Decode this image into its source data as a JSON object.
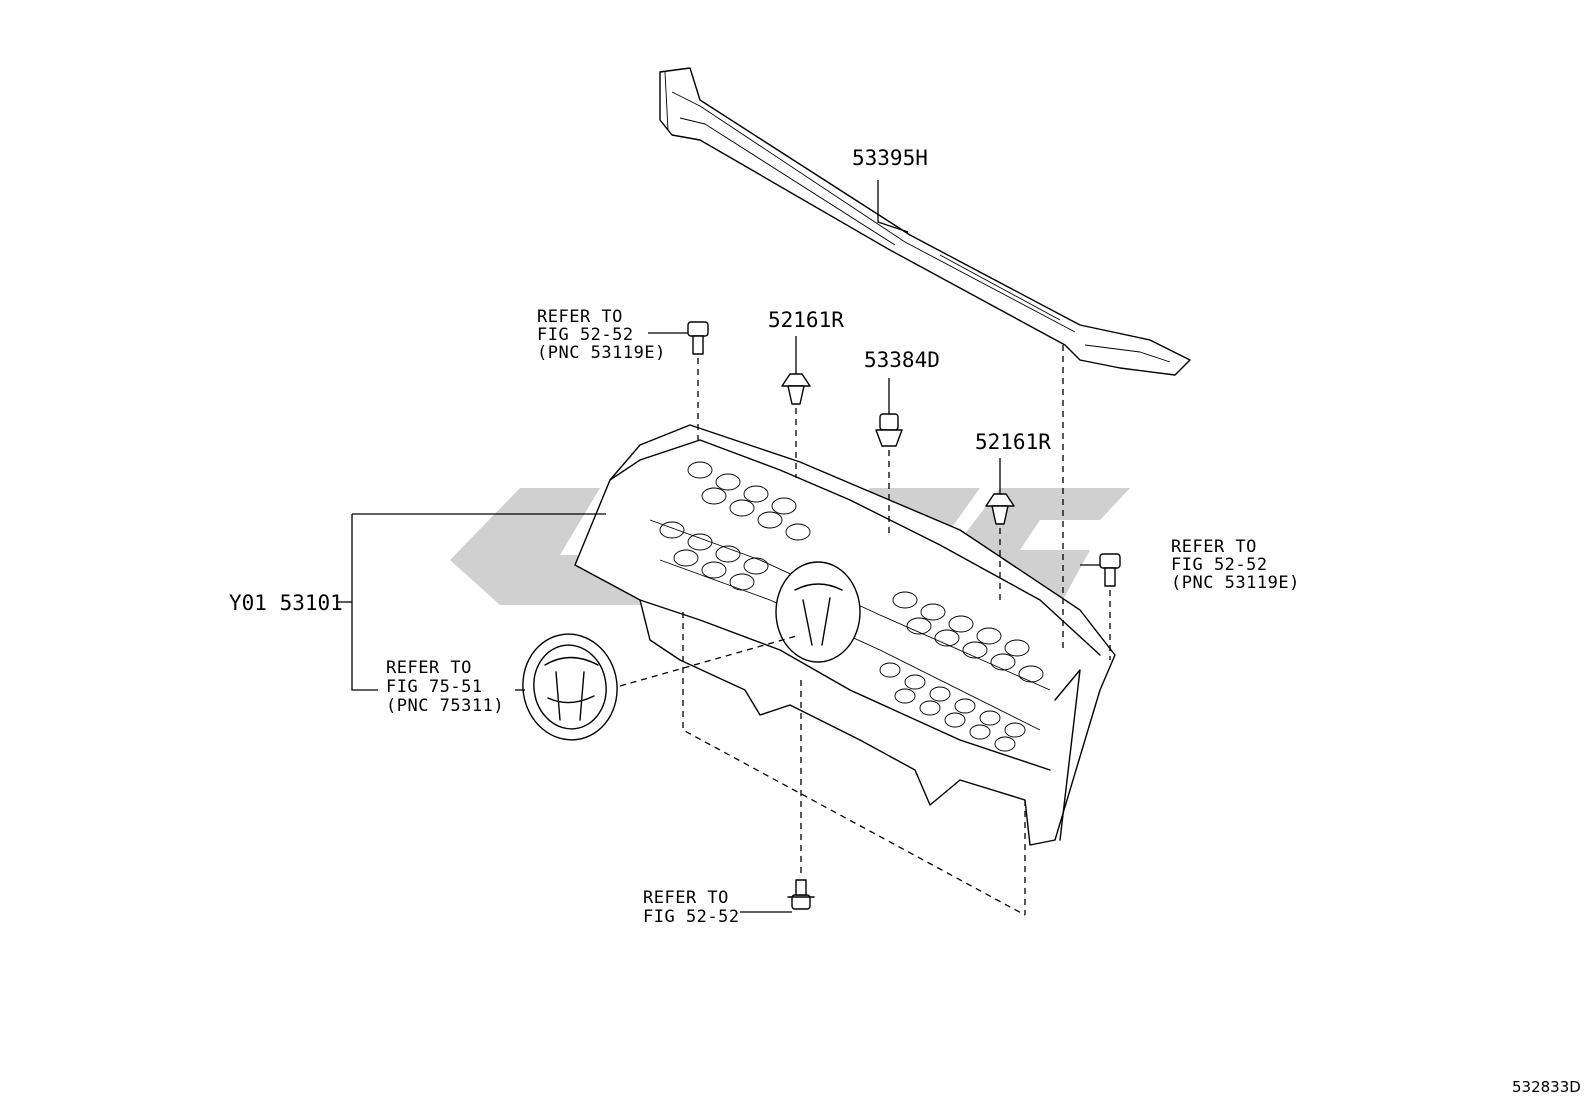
{
  "diagram": {
    "catalog_number": "532833D",
    "parts": [
      {
        "id": "upper-seal",
        "label": "53395H"
      },
      {
        "id": "clip-left",
        "label": "52161R"
      },
      {
        "id": "clip-center",
        "label": "53384D"
      },
      {
        "id": "clip-right",
        "label": "52161R"
      },
      {
        "id": "grille-assembly",
        "label": "Y01 53101"
      }
    ],
    "references": [
      {
        "id": "ref-top-left",
        "lines": [
          "REFER TO",
          "FIG 52-52",
          "(PNC 53119E)"
        ]
      },
      {
        "id": "ref-right",
        "lines": [
          "REFER TO",
          "FIG 52-52",
          "(PNC 53119E)"
        ]
      },
      {
        "id": "ref-emblem",
        "lines": [
          "REFER TO",
          "FIG 75-51",
          "(PNC 75311)"
        ]
      },
      {
        "id": "ref-bottom",
        "lines": [
          "REFER TO",
          "FIG 52-52"
        ]
      }
    ]
  }
}
